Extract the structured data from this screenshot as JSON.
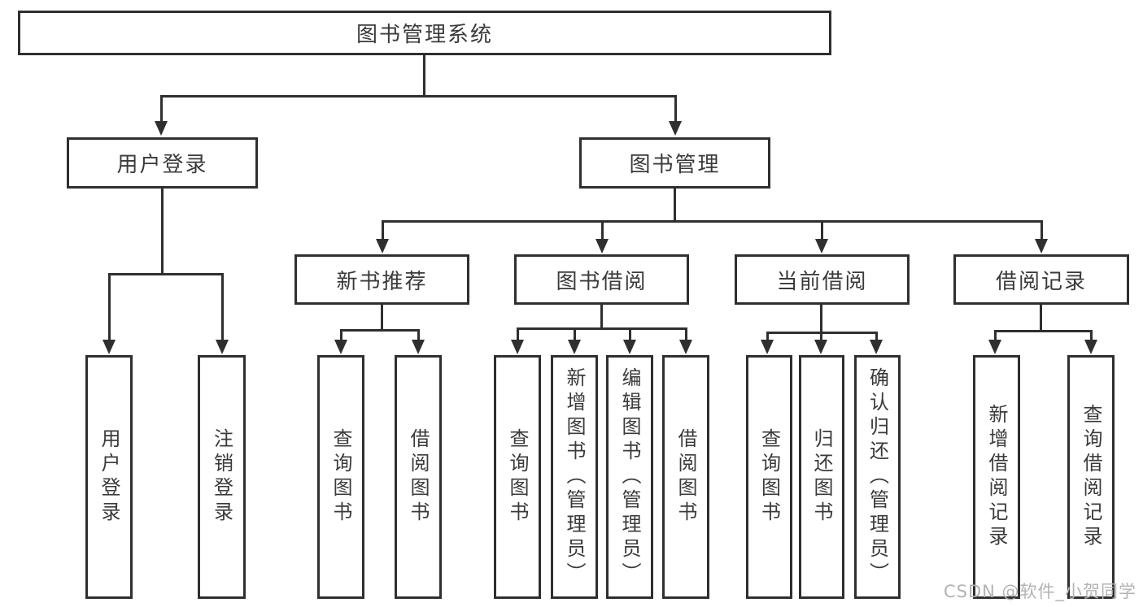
{
  "diagram": {
    "root": {
      "label": "图书管理系统"
    },
    "branches": [
      {
        "label": "用户登录",
        "children": [
          {
            "label": "用户登录"
          },
          {
            "label": "注销登录"
          }
        ]
      },
      {
        "label": "图书管理",
        "children": [
          {
            "label": "新书推荐",
            "children": [
              {
                "label": "查询图书"
              },
              {
                "label": "借阅图书"
              }
            ]
          },
          {
            "label": "图书借阅",
            "children": [
              {
                "label": "查询图书"
              },
              {
                "label": "新增图书（管理员）"
              },
              {
                "label": "编辑图书（管理员）"
              },
              {
                "label": "借阅图书"
              }
            ]
          },
          {
            "label": "当前借阅",
            "children": [
              {
                "label": "查询图书"
              },
              {
                "label": "归还图书"
              },
              {
                "label": "确认归还（管理员）"
              }
            ]
          },
          {
            "label": "借阅记录",
            "children": [
              {
                "label": "新增借阅记录"
              },
              {
                "label": "查询借阅记录"
              }
            ]
          }
        ]
      }
    ]
  },
  "watermark": {
    "text": "CSDN @软件_小贺同学"
  },
  "colors": {
    "line": "#2f2f2f",
    "text": "#3a3a3a",
    "background": "#ffffff",
    "watermark": "#b3b3b3"
  }
}
